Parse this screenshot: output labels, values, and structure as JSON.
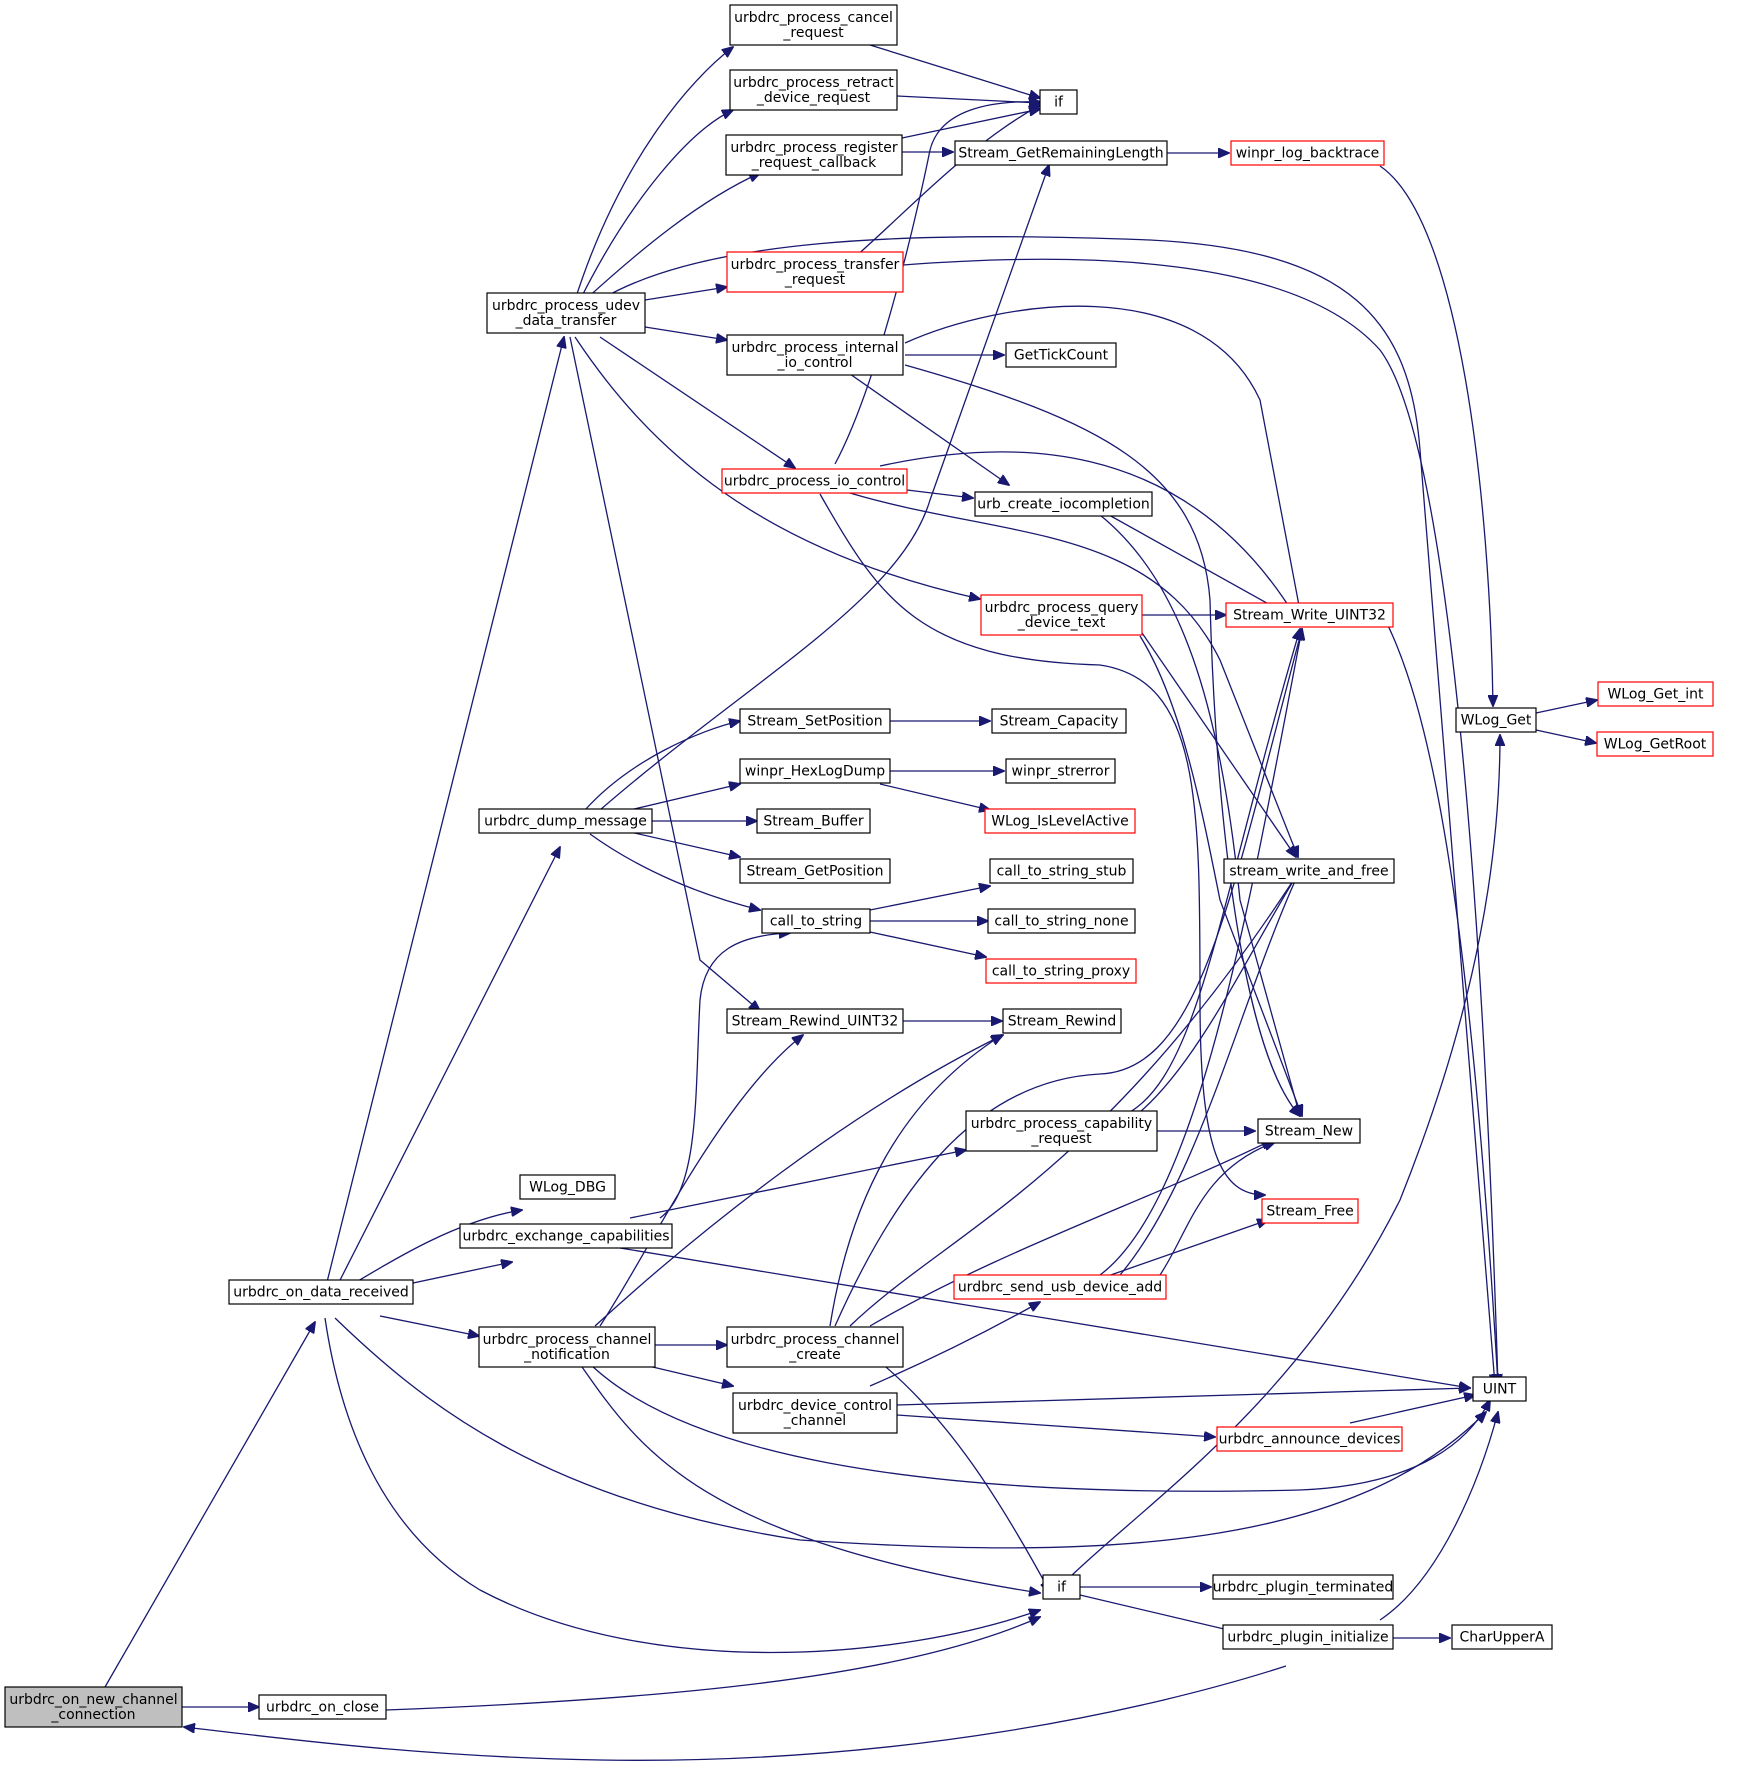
{
  "colors": {
    "edge": "#191970",
    "node_border": "#000000",
    "truncated_border": "#ff0000",
    "root_fill": "#bfbfbf"
  },
  "nodes": [
    {
      "id": "n_root",
      "lines": [
        "urbdrc_on_new_channel",
        "_connection"
      ],
      "style": "root"
    },
    {
      "id": "n_on_close",
      "lines": [
        "urbdrc_on_close"
      ],
      "style": "normal"
    },
    {
      "id": "n_on_data",
      "lines": [
        "urbdrc_on_data_received"
      ],
      "style": "normal"
    },
    {
      "id": "n_udev",
      "lines": [
        "urbdrc_process_udev",
        "_data_transfer"
      ],
      "style": "normal"
    },
    {
      "id": "n_dump",
      "lines": [
        "urbdrc_dump_message"
      ],
      "style": "normal"
    },
    {
      "id": "n_wlogdbg",
      "lines": [
        "WLog_DBG"
      ],
      "style": "normal"
    },
    {
      "id": "n_exch",
      "lines": [
        "urbdrc_exchange_capabilities"
      ],
      "style": "normal"
    },
    {
      "id": "n_chnot",
      "lines": [
        "urbdrc_process_channel",
        "_notification"
      ],
      "style": "normal"
    },
    {
      "id": "n_cancel",
      "lines": [
        "urbdrc_process_cancel",
        "_request"
      ],
      "style": "normal"
    },
    {
      "id": "n_retract",
      "lines": [
        "urbdrc_process_retract",
        "_device_request"
      ],
      "style": "normal"
    },
    {
      "id": "n_register",
      "lines": [
        "urbdrc_process_register",
        "_request_callback"
      ],
      "style": "normal"
    },
    {
      "id": "n_transfer",
      "lines": [
        "urbdrc_process_transfer",
        "_request"
      ],
      "style": "red"
    },
    {
      "id": "n_internal",
      "lines": [
        "urbdrc_process_internal",
        "_io_control"
      ],
      "style": "normal"
    },
    {
      "id": "n_ioctl",
      "lines": [
        "urbdrc_process_io_control"
      ],
      "style": "red"
    },
    {
      "id": "n_setpos",
      "lines": [
        "Stream_SetPosition"
      ],
      "style": "normal"
    },
    {
      "id": "n_hexlog",
      "lines": [
        "winpr_HexLogDump"
      ],
      "style": "normal"
    },
    {
      "id": "n_sbuffer",
      "lines": [
        "Stream_Buffer"
      ],
      "style": "normal"
    },
    {
      "id": "n_getpos",
      "lines": [
        "Stream_GetPosition"
      ],
      "style": "normal"
    },
    {
      "id": "n_calltostr",
      "lines": [
        "call_to_string"
      ],
      "style": "normal"
    },
    {
      "id": "n_rewind32",
      "lines": [
        "Stream_Rewind_UINT32"
      ],
      "style": "normal"
    },
    {
      "id": "n_chcreate",
      "lines": [
        "urbdrc_process_channel",
        "_create"
      ],
      "style": "normal"
    },
    {
      "id": "n_devctl",
      "lines": [
        "urbdrc_device_control",
        "_channel"
      ],
      "style": "normal"
    },
    {
      "id": "n_if1",
      "lines": [
        "if"
      ],
      "style": "normal"
    },
    {
      "id": "n_remlen",
      "lines": [
        "Stream_GetRemainingLength"
      ],
      "style": "normal"
    },
    {
      "id": "n_tick",
      "lines": [
        "GetTickCount"
      ],
      "style": "normal"
    },
    {
      "id": "n_urbcreate",
      "lines": [
        "urb_create_iocompletion"
      ],
      "style": "normal"
    },
    {
      "id": "n_query",
      "lines": [
        "urbdrc_process_query",
        "_device_text"
      ],
      "style": "red"
    },
    {
      "id": "n_capacity",
      "lines": [
        "Stream_Capacity"
      ],
      "style": "normal"
    },
    {
      "id": "n_strerror",
      "lines": [
        "winpr_strerror"
      ],
      "style": "normal"
    },
    {
      "id": "n_islevel",
      "lines": [
        "WLog_IsLevelActive"
      ],
      "style": "red"
    },
    {
      "id": "n_stub",
      "lines": [
        "call_to_string_stub"
      ],
      "style": "normal"
    },
    {
      "id": "n_none",
      "lines": [
        "call_to_string_none"
      ],
      "style": "normal"
    },
    {
      "id": "n_proxy",
      "lines": [
        "call_to_string_proxy"
      ],
      "style": "red"
    },
    {
      "id": "n_srewind",
      "lines": [
        "Stream_Rewind"
      ],
      "style": "normal"
    },
    {
      "id": "n_capreq",
      "lines": [
        "urbdrc_process_capability",
        "_request"
      ],
      "style": "normal"
    },
    {
      "id": "n_sendadd",
      "lines": [
        "urdbrc_send_usb_device_add"
      ],
      "style": "red"
    },
    {
      "id": "n_if2",
      "lines": [
        "if"
      ],
      "style": "normal"
    },
    {
      "id": "n_backtrace",
      "lines": [
        "winpr_log_backtrace"
      ],
      "style": "red"
    },
    {
      "id": "n_writeu32",
      "lines": [
        "Stream_Write_UINT32"
      ],
      "style": "red"
    },
    {
      "id": "n_writefree",
      "lines": [
        "stream_write_and_free"
      ],
      "style": "normal"
    },
    {
      "id": "n_snew",
      "lines": [
        "Stream_New"
      ],
      "style": "normal"
    },
    {
      "id": "n_sfree",
      "lines": [
        "Stream_Free"
      ],
      "style": "red"
    },
    {
      "id": "n_announce",
      "lines": [
        "urbdrc_announce_devices"
      ],
      "style": "red"
    },
    {
      "id": "n_terminated",
      "lines": [
        "urbdrc_plugin_terminated"
      ],
      "style": "normal"
    },
    {
      "id": "n_initialize",
      "lines": [
        "urbdrc_plugin_initialize"
      ],
      "style": "normal"
    },
    {
      "id": "n_wlogget",
      "lines": [
        "WLog_Get"
      ],
      "style": "normal"
    },
    {
      "id": "n_uint",
      "lines": [
        "UINT"
      ],
      "style": "normal"
    },
    {
      "id": "n_charupper",
      "lines": [
        "CharUpperA"
      ],
      "style": "normal"
    },
    {
      "id": "n_getint",
      "lines": [
        "WLog_Get_int"
      ],
      "style": "red"
    },
    {
      "id": "n_getroot",
      "lines": [
        "WLog_GetRoot"
      ],
      "style": "red"
    }
  ]
}
